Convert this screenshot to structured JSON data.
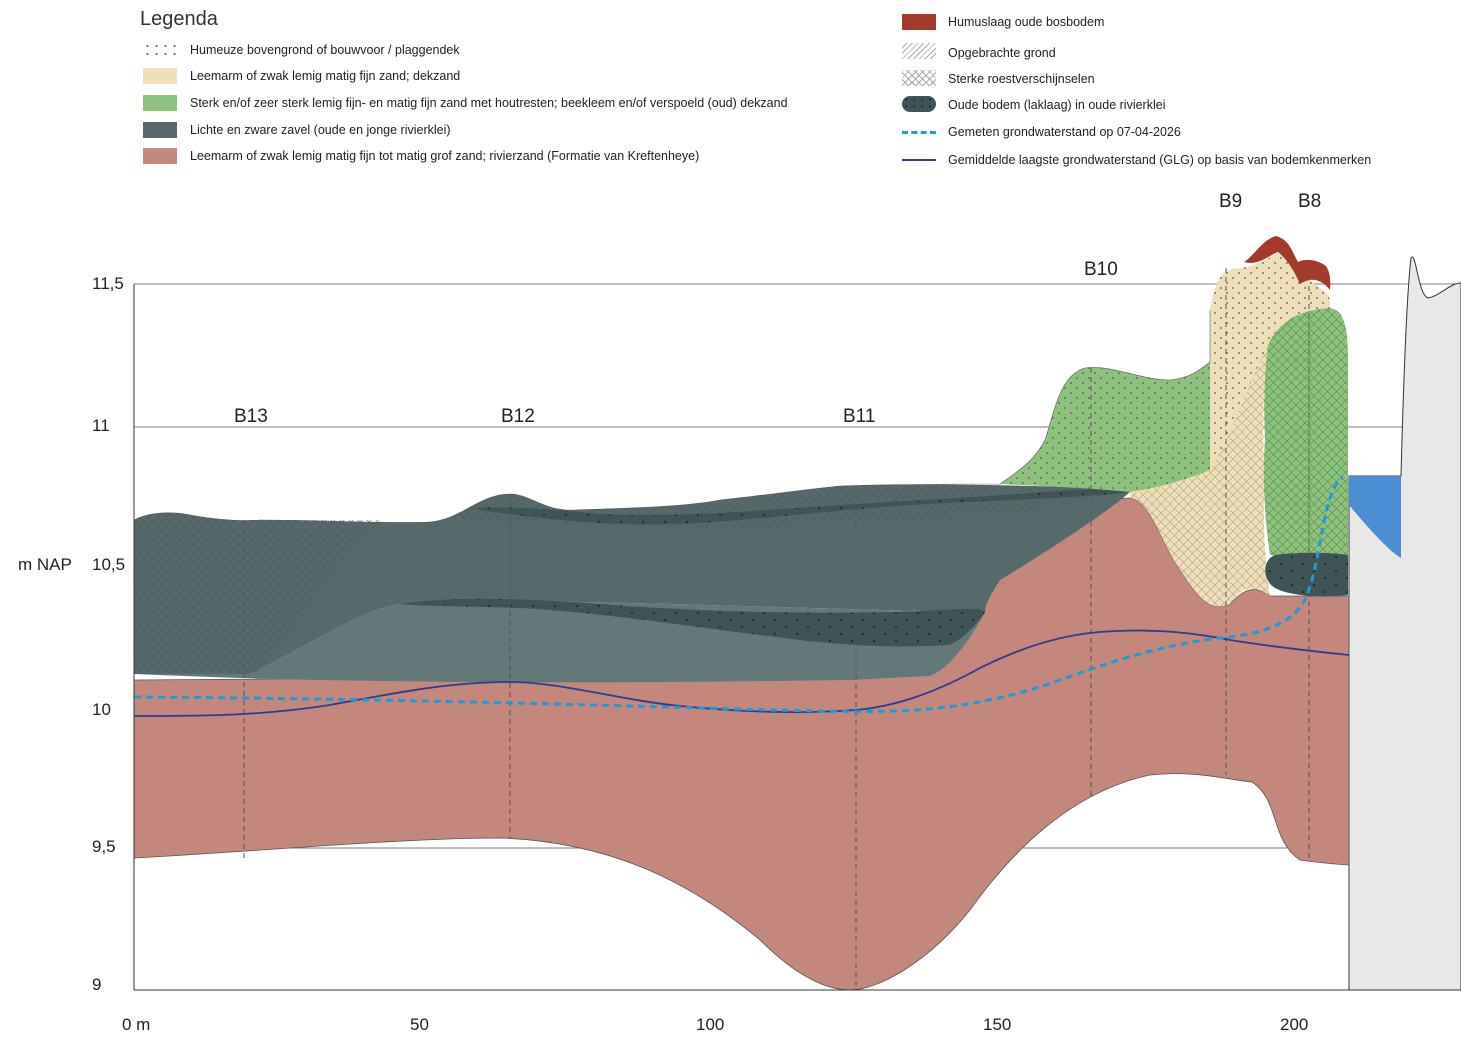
{
  "legend": {
    "title": "Legenda",
    "items": [
      {
        "label": "Humeuze bovengrond of bouwvoor / plaggendek",
        "icon": "dots-swatch"
      },
      {
        "label": "Leemarm of zwak lemig matig fijn zand; dekzand",
        "color": "#efdfb8"
      },
      {
        "label": "Sterk en/of zeer sterk lemig  fijn- en matig fijn zand met houtresten; beekleem en/of  verspoeld (oud) dekzand",
        "color": "#8cc27c"
      },
      {
        "label": "Lichte en zware zavel (oude en jonge rivierklei)",
        "color": "#56696b"
      },
      {
        "label": "Leemarm of zwak lemig matig fijn tot matig grof zand; rivierzand (Formatie van Kreftenheye)",
        "color": "#c4877b"
      },
      {
        "label": "Humuslaag oude bosbodem",
        "color": "#a33a2a"
      },
      {
        "label": "Opgebrachte grond",
        "icon": "diagonal-hatch-swatch"
      },
      {
        "label": "Sterke roestverschijnselen",
        "icon": "crosshatch-swatch"
      },
      {
        "label": "Oude bodem (laklaag) in oude rivierklei",
        "color": "#3f5456"
      },
      {
        "label": "Gemeten grondwaterstand op 07-04-2026",
        "color": "#1e9ad6",
        "icon": "dashed-line"
      },
      {
        "label": "Gemiddelde laagste grondwaterstand (GLG) op basis van bodemkenmerken",
        "color": "#2a3d8f",
        "icon": "solid-line"
      }
    ]
  },
  "axes": {
    "y_unit": "m NAP",
    "y_ticks": [
      "11,5",
      "11",
      "10,5",
      "10",
      "9,5",
      "9"
    ],
    "y_range": [
      9,
      11.5
    ],
    "x_ticks": [
      "0 m",
      "50",
      "100",
      "150",
      "200"
    ],
    "x_range": [
      0,
      226
    ]
  },
  "boreholes": [
    {
      "name": "B13",
      "x": 19
    },
    {
      "name": "B12",
      "x": 65
    },
    {
      "name": "B11",
      "x": 124
    },
    {
      "name": "B10",
      "x": 165
    },
    {
      "name": "B9",
      "x": 187
    },
    {
      "name": "B8",
      "x": 201
    }
  ],
  "colors": {
    "topsoil_dots": "#555555",
    "dekzand": "#efdfb8",
    "beekleem": "#8cc27c",
    "zavel": "#56696b",
    "zavel_light": "#637879",
    "laklaag": "#3f5456",
    "rivierzand": "#c4877b",
    "humus": "#a33a2a",
    "water": "#4a8fd4",
    "embankment": "#e8e8e8",
    "measured_groundwater": "#1e9ad6",
    "glg": "#2a3d8f"
  }
}
